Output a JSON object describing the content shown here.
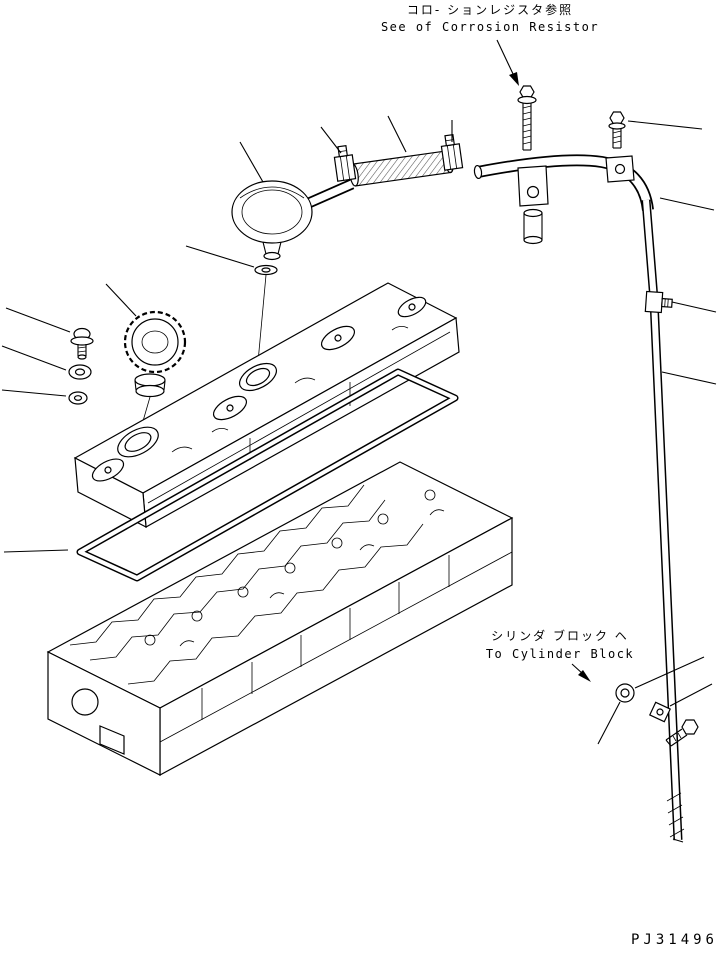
{
  "page": {
    "background": "#ffffff",
    "line_color": "#000000"
  },
  "annotations": {
    "corrosion_resistor": {
      "jp": "コロ- ションレジスタ参照",
      "en": "See of Corrosion Resistor"
    },
    "to_cylinder_block": {
      "jp": "シリンダ ブロック ヘ",
      "en": "To Cylinder Block"
    }
  },
  "drawing_number": "PJ31496",
  "diagram": {
    "type": "exploded-parts-line-drawing",
    "subject": "engine cylinder head cover and breather tube assembly",
    "parts": [
      "breather-cover",
      "breather-hose",
      "hose-clamp",
      "breather-tube",
      "mounting-bracket",
      "spacer-collar",
      "corrosion-resistor-bolt",
      "flange-bolt",
      "oil-filler-cap",
      "valve-cover",
      "cover-gasket",
      "cylinder-head",
      "grommet",
      "sealing-washer",
      "plug-bolt",
      "tube-clamp",
      "eyelet-ring",
      "clamp-bracket"
    ]
  }
}
